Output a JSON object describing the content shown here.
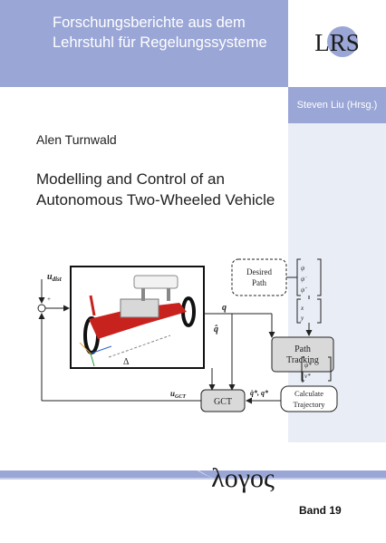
{
  "series": {
    "title_line1": "Forschungsberichte aus dem",
    "title_line2": "Lehrstuhl für Regelungssysteme",
    "logo_text": "LRS",
    "editor": "Steven Liu (Hrsg.)"
  },
  "book": {
    "author": "Alen Turnwald",
    "title_line1": "Modelling and Control of an",
    "title_line2": "Autonomous Two-Wheeled Vehicle"
  },
  "diagram": {
    "u_dist": "u",
    "u_dist_sub": "dist",
    "u_gct": "u",
    "u_gct_sub": "GCT",
    "q_label": "q",
    "qhat_label": "q̂",
    "delta_label": "Δ",
    "q_star_label": "q̇*, q*",
    "desired_line1": "Desired",
    "desired_line2": "Path",
    "tracking_line1": "Path",
    "tracking_line2": "Tracking",
    "gct": "GCT",
    "calc_line1": "Calculate",
    "calc_line2": "Trajectory",
    "vec_top": [
      "ψ",
      "ψ̇",
      "ψ̈"
    ],
    "vec_mid": [
      "x",
      "y"
    ],
    "vec_bottom": [
      "ψ̇*",
      "v*"
    ],
    "plus": "+"
  },
  "publisher": {
    "logo_text": "λογος"
  },
  "volume": "Band 19",
  "colors": {
    "band": "#9aa6d6",
    "side": "#e9edf6",
    "gray_block": "#d9d9d9"
  }
}
